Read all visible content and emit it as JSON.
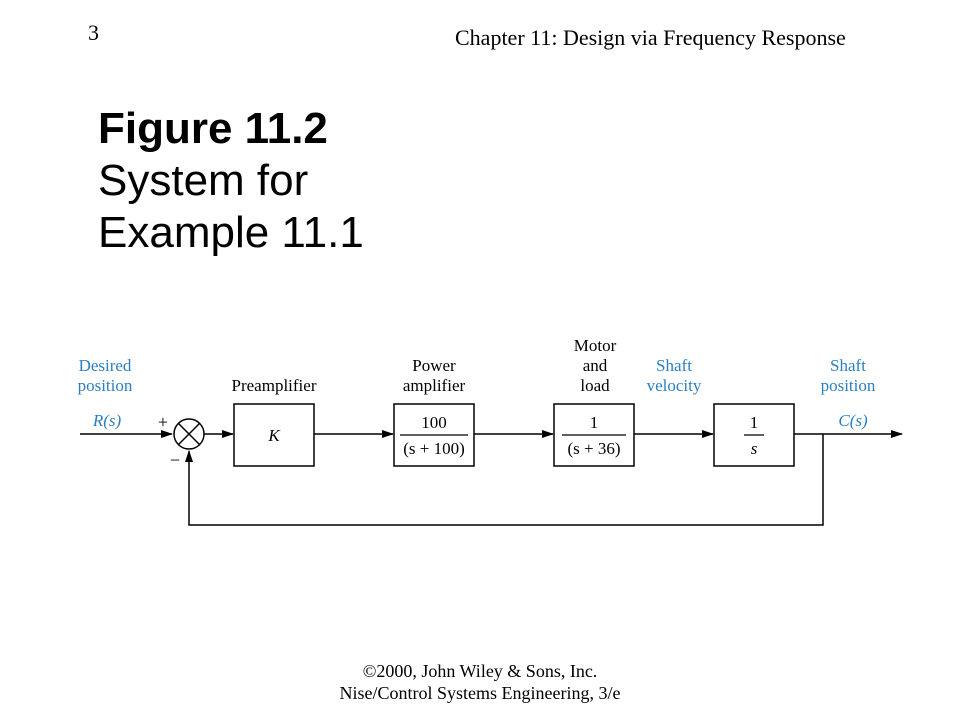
{
  "header": {
    "page_number": "3",
    "chapter": "Chapter 11: Design via Frequency Response"
  },
  "figure": {
    "number": "Figure 11.2",
    "caption_line1": "System for",
    "caption_line2": "Example 11.1"
  },
  "diagram": {
    "input_label_line1": "Desired",
    "input_label_line2": "position",
    "input_signal": "R(s)",
    "plus_sign": "+",
    "minus_sign": "−",
    "blocks": [
      {
        "label_lines": [
          "Preamplifier"
        ],
        "numerator": "K",
        "denominator": ""
      },
      {
        "label_lines": [
          "Power",
          "amplifier"
        ],
        "numerator": "100",
        "denominator": "(s + 100)"
      },
      {
        "label_lines": [
          "Motor",
          "and",
          "load"
        ],
        "numerator": "1",
        "denominator": "(s + 36)"
      },
      {
        "label_lines": [],
        "numerator": "1",
        "denominator": "s"
      }
    ],
    "velocity_label_line1": "Shaft",
    "velocity_label_line2": "velocity",
    "output_label_line1": "Shaft",
    "output_label_line2": "position",
    "output_signal": "C(s)",
    "colors": {
      "signal_label": "#2b7fc0",
      "lines": "#000000"
    }
  },
  "footer": {
    "line1": "©2000, John Wiley & Sons, Inc.",
    "line2": "Nise/Control Systems Engineering, 3/e"
  }
}
